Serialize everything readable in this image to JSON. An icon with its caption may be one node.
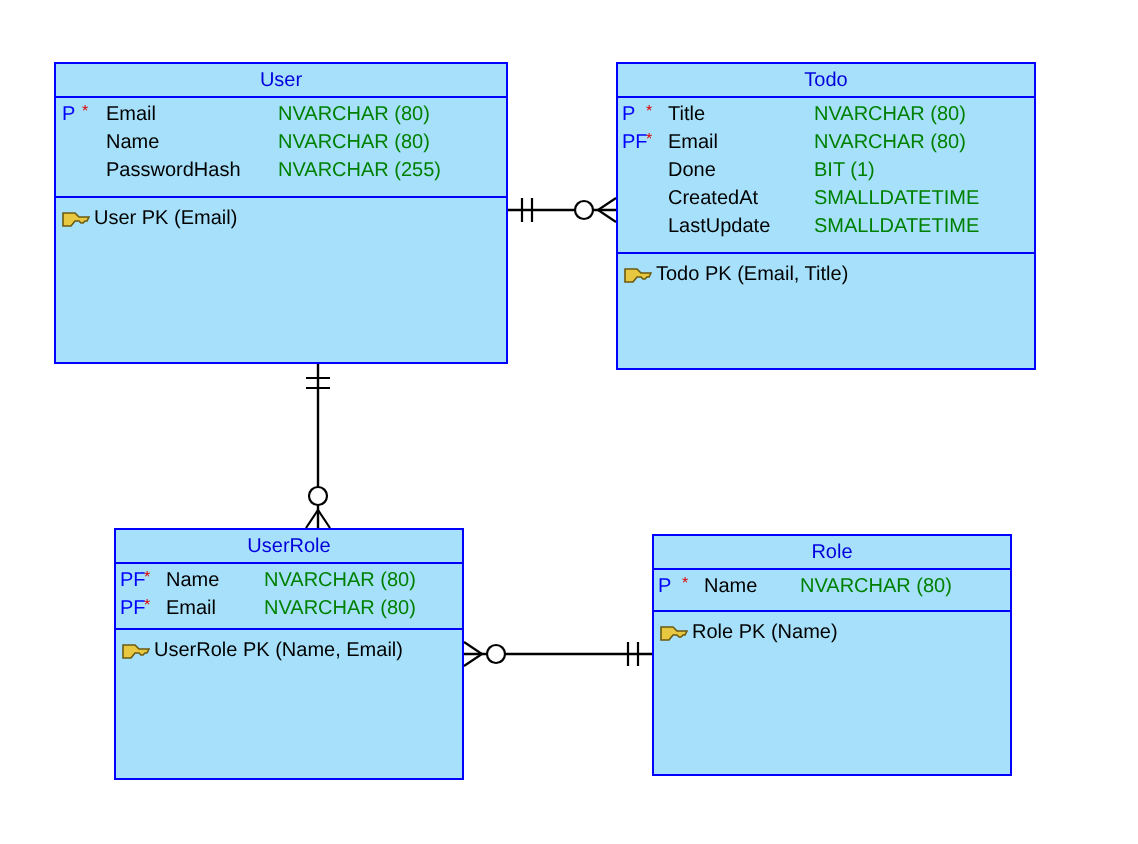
{
  "diagram": {
    "nodes": [
      {
        "text": [
          "User",
          "P",
          "*",
          "Email",
          "NVARCHAR (80)",
          "Name",
          "NVARCHAR (80)",
          "PasswordHash",
          "NVARCHAR (255)",
          "User PK (Email)"
        ]
      },
      {
        "text": [
          "Todo",
          "P",
          "*",
          "Title",
          "NVARCHAR (80)",
          "PF",
          "*",
          "Email",
          "NVARCHAR (80)",
          "Done",
          "BIT (1)",
          "CreatedAt",
          "SMALLDATETIME",
          "LastUpdate",
          "SMALLDATETIME",
          "Todo PK (Email, Title)"
        ]
      },
      {
        "text": [
          "UserRole",
          "PF",
          "*",
          "Name",
          "NVARCHAR (80)",
          "PF",
          "*",
          "Email",
          "NVARCHAR (80)",
          "UserRole PK (Name, Email)"
        ]
      },
      {
        "text": [
          "Role",
          "P",
          "*",
          "Name",
          "NVARCHAR (80)",
          "Role PK (Name)"
        ]
      }
    ],
    "edges": [
      {
        "from": 0,
        "to": 1,
        "arrow": "other"
      },
      {
        "from": 0,
        "to": 2,
        "arrow": "other"
      },
      {
        "from": 3,
        "to": 2,
        "arrow": "other"
      }
    ]
  }
}
